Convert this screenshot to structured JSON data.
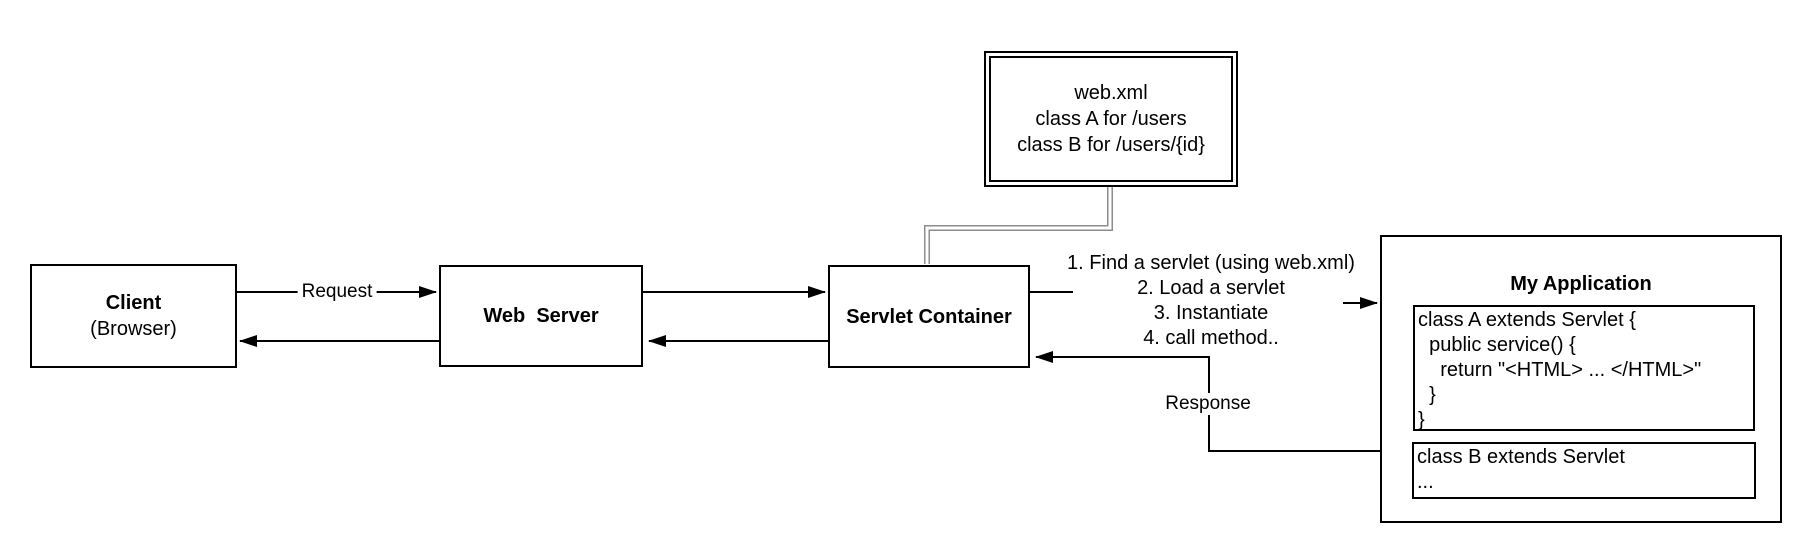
{
  "diagram": {
    "nodes": {
      "client": {
        "title": "Client",
        "subtitle": "(Browser)"
      },
      "web_server": {
        "title": "Web  Server"
      },
      "servlet_container": {
        "title": "Servlet Container"
      },
      "web_xml": {
        "title": "web.xml",
        "mapping_a": "class A for /users",
        "mapping_b": "class B for /users/{id}"
      },
      "my_application": {
        "title": "My Application",
        "class_a_code": "class A extends Servlet {\n  public service() {\n    return \"<HTML> ... </HTML>\"\n  }\n}",
        "class_b_code": "class B extends Servlet\n..."
      }
    },
    "edges": {
      "request_label": "Request",
      "response_label": "Response"
    },
    "steps": [
      "1. Find a servlet (using web.xml)",
      "2. Load a servlet",
      "3. Instantiate",
      "4. call method.."
    ],
    "colors": {
      "stroke": "#000000",
      "link_connector": "#8c8c8c",
      "background": "#ffffff"
    }
  }
}
